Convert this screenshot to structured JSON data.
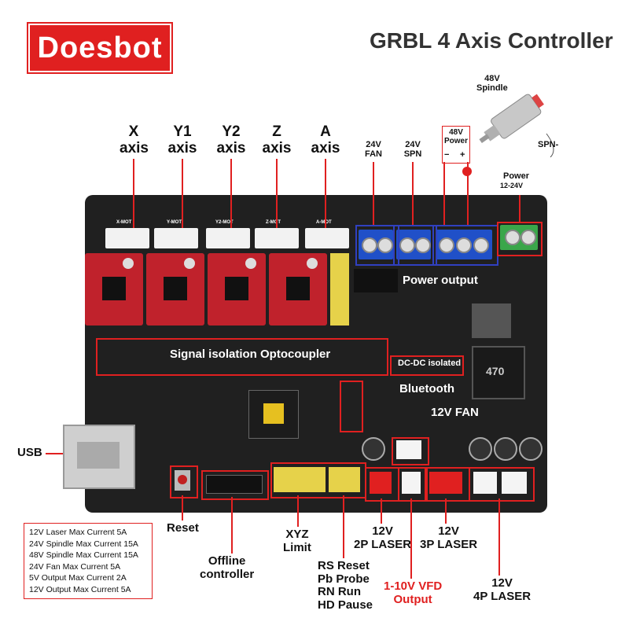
{
  "brand": "Doesbot",
  "title": "GRBL 4 Axis Controller",
  "axes": [
    {
      "name": "X",
      "sub": "axis"
    },
    {
      "name": "Y1",
      "sub": "axis"
    },
    {
      "name": "Y2",
      "sub": "axis"
    },
    {
      "name": "Z",
      "sub": "axis"
    },
    {
      "name": "A",
      "sub": "axis"
    }
  ],
  "connector_silk": [
    "X-MOT",
    "Y-MOT",
    "Y2-MOT",
    "Z-MOT",
    "A-MOT"
  ],
  "top_terminals": {
    "fan": "24V\nFAN",
    "spn": "24V\nSPN",
    "power48": "48V\nPower",
    "minus": "−",
    "plus": "+",
    "spindle": "48V\nSpindle",
    "spn_minus": "SPN-",
    "power": "Power",
    "power_range": "12-24V"
  },
  "board_labels": {
    "power_output": "Power output",
    "optocoupler": "Signal isolation Optocoupler",
    "dcdc": "DC-DC isolated",
    "bluetooth": "Bluetooth",
    "fan12": "12V FAN",
    "inductor": "470"
  },
  "side_labels": {
    "usb": "USB",
    "reset": "Reset",
    "offline": "Offline\ncontroller",
    "xyz": "XYZ\nLimit",
    "laser2p": "12V\n2P LASER",
    "laser3p": "12V\n3P LASER",
    "laser4p": "12V\n4P LASER",
    "vfd": "1-10V VFD\nOutput"
  },
  "pins": [
    "RS Reset",
    "Pb Probe",
    "RN Run",
    "HD Pause"
  ],
  "notes": [
    "12V Laser Max Current 5A",
    "24V Spindle Max Current 15A",
    "48V Spindle Max Current 15A",
    "24V Fan Max Current 5A",
    "5V Output Max Current 2A",
    "12V Output Max Current 5A"
  ],
  "colors": {
    "accent": "#e02020",
    "board": "#202020",
    "driver": "#c0222c",
    "terminal": "#2050c8"
  }
}
